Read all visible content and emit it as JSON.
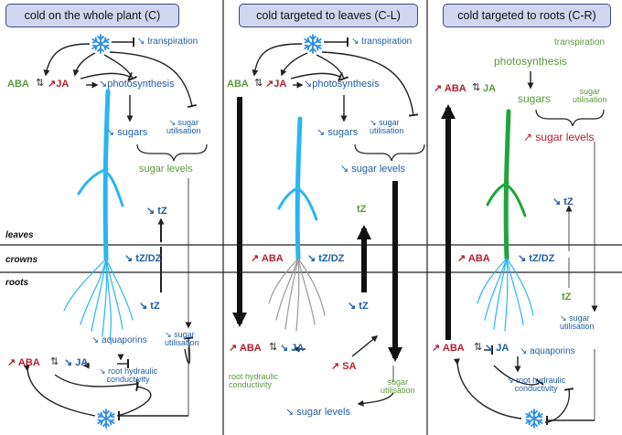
{
  "panels": {
    "c": {
      "title": "cold on the whole plant (C)",
      "transpiration": "transpiration",
      "aba": "ABA",
      "ja": "JA",
      "photosynthesis": "photosynthesis",
      "sugars": "sugars",
      "sugar_utilisation": "sugar\nutilisation",
      "sugar_levels": "sugar levels",
      "tz_leaves": "tZ",
      "tz_dz": "tZ/DZ",
      "tz_roots": "tZ",
      "aquaporins": "aquaporins",
      "sugar_utilisation_roots": "sugar\nutilisation",
      "aba_roots": "ABA",
      "ja_roots": "JA",
      "root_hydraulic": "root hydraulic\nconductivity"
    },
    "cl": {
      "title": "cold targeted to leaves (C-L)",
      "transpiration": "transpiration",
      "aba": "ABA",
      "ja": "JA",
      "photosynthesis": "photosynthesis",
      "sugars": "sugars",
      "sugar_utilisation": "sugar\nutilisation",
      "sugar_levels": "sugar levels",
      "tz_leaves": "tZ",
      "aba_crowns": "ABA",
      "tz_dz": "tZ/DZ",
      "tz_roots": "tZ",
      "aba_roots": "ABA",
      "ja_roots": "JA",
      "sa": "SA",
      "root_hydraulic": "root hydraulic\nconductivity",
      "sugar_utilisation_roots": "sugar\nutilisation",
      "sugar_levels_roots": "sugar levels"
    },
    "cr": {
      "title": "cold targeted to roots (C-R)",
      "transpiration": "transpiration",
      "photosynthesis": "photosynthesis",
      "aba": "ABA",
      "ja": "JA",
      "sugars": "sugars",
      "sugar_utilisation": "sugar\nutilisation",
      "sugar_levels": "sugar levels",
      "tz_leaves": "tZ",
      "aba_crowns": "ABA",
      "tz_dz": "tZ/DZ",
      "tz_roots": "tZ",
      "sugar_utilisation_roots": "sugar\nutilisation",
      "aba_roots": "ABA",
      "ja_roots": "JA",
      "aquaporins": "aquaporins",
      "root_hydraulic": "root hydraulic\nconductivity"
    }
  },
  "rows": {
    "leaves": "leaves",
    "crowns": "crowns",
    "roots": "roots"
  },
  "icons": {
    "snowflake": "snowflake-icon",
    "up_arrow": "increase-arrow-icon",
    "down_arrow": "decrease-arrow-icon"
  },
  "colors": {
    "green": "#5b9a3c",
    "blue": "#1f5fa7",
    "red": "#b3202e",
    "plant_blue": "#29b6f0",
    "plant_green": "#1fa53a",
    "title_bg": "#cfd6ef"
  }
}
